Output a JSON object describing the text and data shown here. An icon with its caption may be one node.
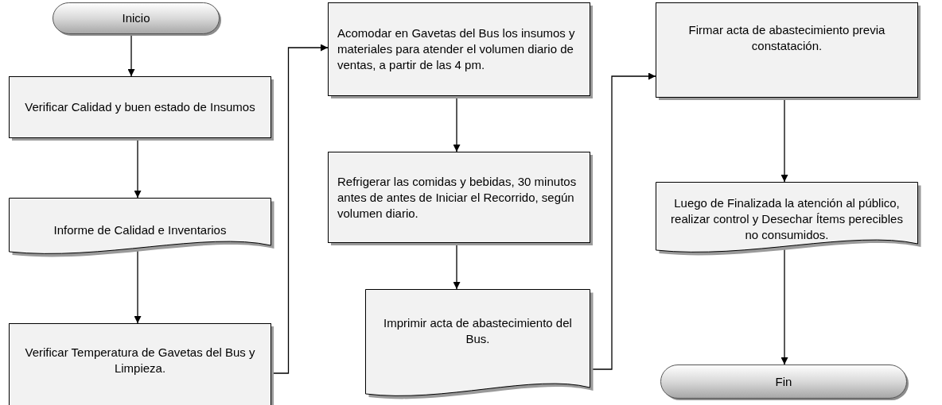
{
  "diagram": {
    "nodes": [
      {
        "text": [
          "Inicio"
        ]
      },
      {
        "text": [
          "Verificar Calidad y buen estado de Insumos"
        ]
      },
      {
        "text": [
          "Informe de Calidad e Inventarios"
        ]
      },
      {
        "text": [
          "Verificar Temperatura de Gavetas del Bus y Limpieza."
        ]
      },
      {
        "text": [
          "Acomodar en Gavetas del Bus los insumos y materiales para atender el volumen diario de ventas, a partir de las 4 pm."
        ]
      },
      {
        "text": [
          "Refrigerar las comidas y bebidas, 30 minutos antes de antes de Iniciar el Recorrido, según volumen diario."
        ]
      },
      {
        "text": [
          "Imprimir acta de abastecimiento del Bus."
        ]
      },
      {
        "text": [
          "Firmar acta de abastecimiento previa constatación."
        ]
      },
      {
        "text": [
          "Luego de Finalizada la atención al público, realizar control y Desechar Ítems perecibles no consumidos."
        ]
      },
      {
        "text": [
          "Fin"
        ]
      }
    ],
    "edges": [
      {
        "from": 0,
        "to": 1,
        "arrow": "to"
      },
      {
        "from": 1,
        "to": 2,
        "arrow": "to"
      },
      {
        "from": 2,
        "to": 3,
        "arrow": "to"
      },
      {
        "from": 3,
        "to": 4,
        "arrow": "to"
      },
      {
        "from": 4,
        "to": 5,
        "arrow": "to"
      },
      {
        "from": 5,
        "to": 6,
        "arrow": "to"
      },
      {
        "from": 6,
        "to": 7,
        "arrow": "to"
      },
      {
        "from": 7,
        "to": 8,
        "arrow": "to"
      },
      {
        "from": 8,
        "to": 9,
        "arrow": "to"
      }
    ]
  }
}
